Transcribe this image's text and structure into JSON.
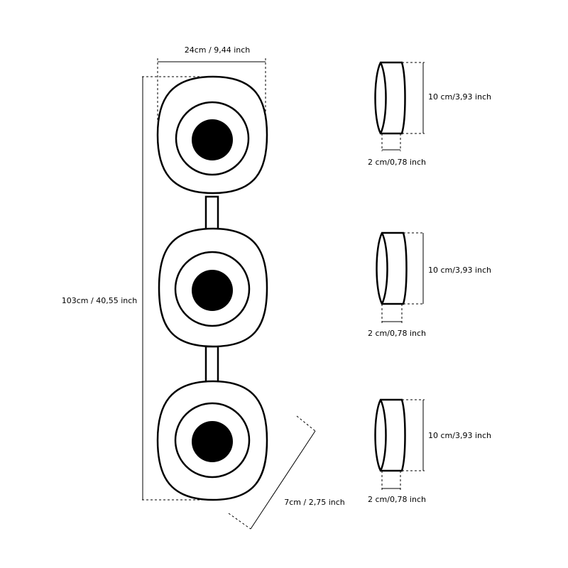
{
  "dimensions": {
    "width": "24cm / 9,44 inch",
    "height": "103cm / 40,55 inch",
    "depth": "7cm / 2,75 inch"
  },
  "side_views": [
    {
      "height": "10 cm/3,93 inch",
      "width": "2 cm/0,78 inch"
    },
    {
      "height": "10 cm/3,93 inch",
      "width": "2 cm/0,78 inch"
    },
    {
      "height": "10 cm/3,93 inch",
      "width": "2 cm/0,78 inch"
    }
  ],
  "colors": {
    "line": "#000000",
    "background": "#ffffff"
  }
}
